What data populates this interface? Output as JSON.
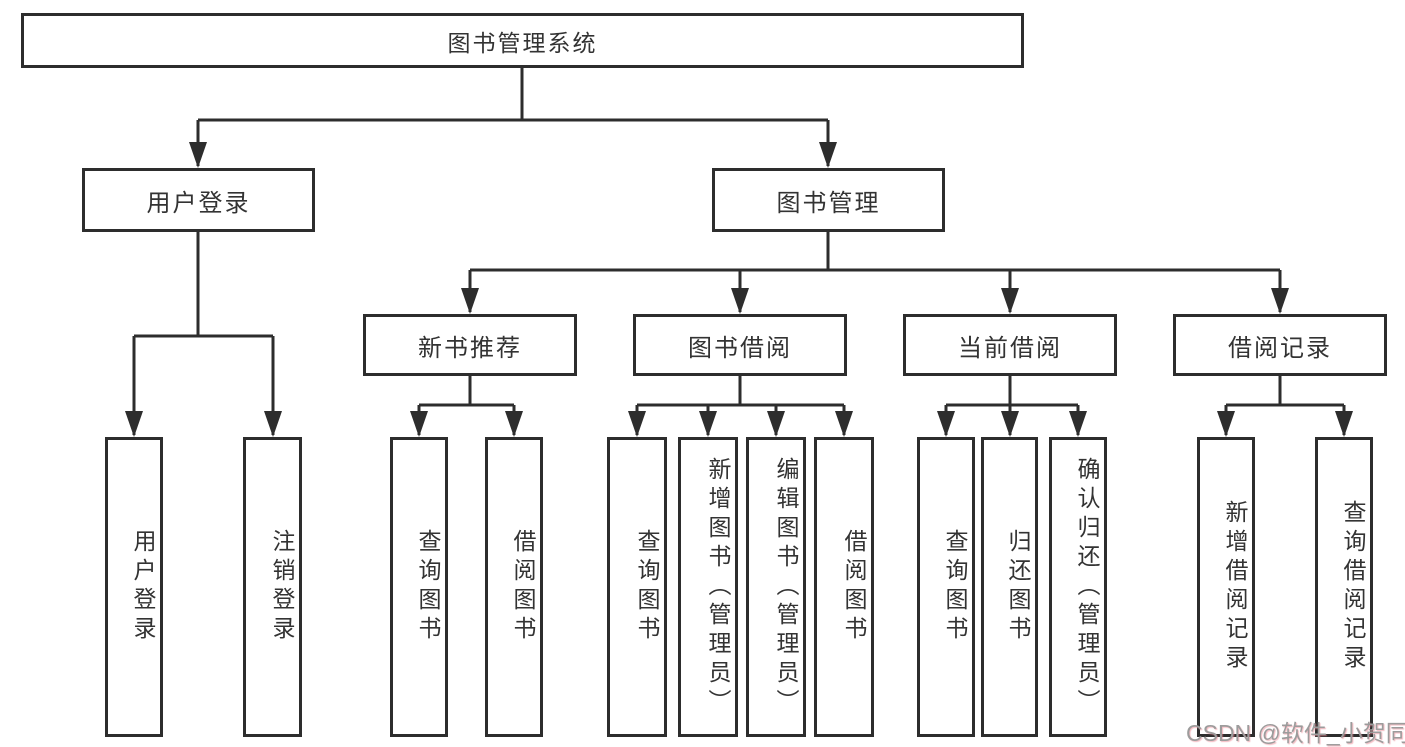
{
  "diagram": {
    "root": {
      "label": "图书管理系统"
    },
    "user_login": {
      "label": "用户登录",
      "children": [
        {
          "label": "用户登录"
        },
        {
          "label": "注销登录"
        }
      ]
    },
    "book_mgmt": {
      "label": "图书管理",
      "sections": [
        {
          "label": "新书推荐",
          "children": [
            {
              "label": "查询图书"
            },
            {
              "label": "借阅图书"
            }
          ]
        },
        {
          "label": "图书借阅",
          "children": [
            {
              "label": "查询图书"
            },
            {
              "label": "新增图书（管理员）"
            },
            {
              "label": "编辑图书（管理员）"
            },
            {
              "label": "借阅图书"
            }
          ]
        },
        {
          "label": "当前借阅",
          "children": [
            {
              "label": "查询图书"
            },
            {
              "label": "归还图书"
            },
            {
              "label": "确认归还（管理员）"
            }
          ]
        },
        {
          "label": "借阅记录",
          "children": [
            {
              "label": "新增借阅记录"
            },
            {
              "label": "查询借阅记录"
            }
          ]
        }
      ]
    }
  },
  "watermark": {
    "text": "CSDN @软件_小贺同学"
  },
  "colors": {
    "line": "#2d2d2d",
    "node_border": "#2d2d2d",
    "node_text": "#333333",
    "background": "#ffffff",
    "watermark_text": "#9c9c9c",
    "watermark_fringe": "#eb808c"
  }
}
